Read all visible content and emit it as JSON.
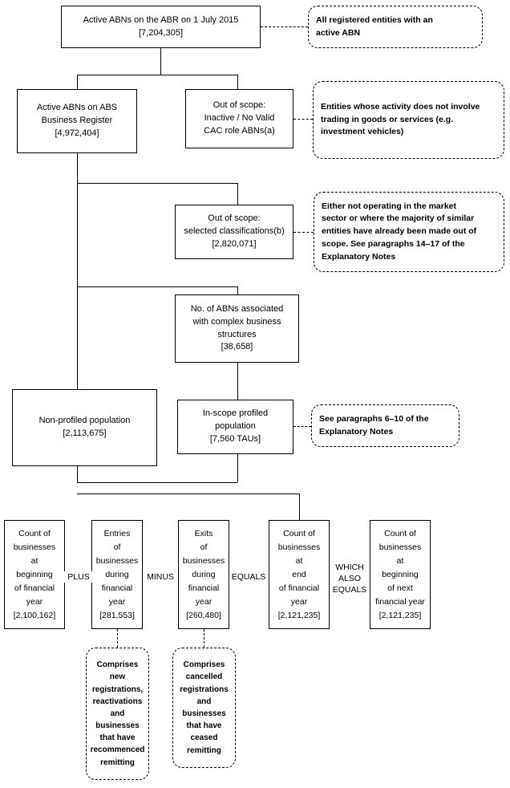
{
  "diagram": {
    "title": "Australian Business Register / ABS Business Register scope flowchart",
    "boxes": [
      {
        "id": "active-abns-abr",
        "lines": [
          "Active ABNs on the ABR on 1 July 2015",
          "[7,204,305]"
        ]
      },
      {
        "id": "active-abns-abs",
        "lines": [
          "Active ABNs on ABS",
          "Business Register",
          "[4,972,404]"
        ]
      },
      {
        "id": "out-of-scope-inactive",
        "lines": [
          "Out of scope:",
          "Inactive /  No Valid",
          "CAC role ABNs(a)"
        ]
      },
      {
        "id": "out-of-scope-classifications",
        "lines": [
          "Out of scope:",
          "selected classifications(b)",
          "[2,820,071]"
        ]
      },
      {
        "id": "complex-business-structures",
        "lines": [
          "No. of ABNs associated",
          "with complex business",
          "structures",
          "[38,658]"
        ]
      },
      {
        "id": "non-profiled-population",
        "lines": [
          "Non-profiled population",
          "[2,113,675]"
        ]
      },
      {
        "id": "in-scope-profiled-population",
        "lines": [
          "In-scope profiled",
          "population",
          "[7,560 TAUs]"
        ]
      }
    ],
    "notes": [
      {
        "id": "note-all-registered",
        "lines": [
          "All registered entities with an",
          "active ABN"
        ]
      },
      {
        "id": "note-not-trading",
        "lines": [
          "Entities whose activity does not involve",
          "trading in goods or services (e.g.",
          "investment vehicles)"
        ]
      },
      {
        "id": "note-not-market-sector",
        "lines": [
          "Either not operating in the market",
          "sector or where the majority of similar",
          "entities have already been made out of",
          "scope. See paragraphs 14–17 of the",
          "Explanatory Notes"
        ]
      },
      {
        "id": "note-paragraphs-6-10",
        "lines": [
          "See paragraphs 6–10 of the",
          "Explanatory Notes"
        ]
      },
      {
        "id": "note-comprises-new",
        "lines": [
          "Comprises",
          "new",
          "registrations,",
          "reactivations",
          "and",
          "businesses",
          "that have",
          "recommenced",
          "remitting"
        ]
      },
      {
        "id": "note-comprises-cancelled",
        "lines": [
          "Comprises",
          "cancelled",
          "registrations",
          "and",
          "businesses",
          "that have",
          "ceased",
          "remitting"
        ]
      }
    ],
    "counts": [
      {
        "id": "count-beginning-fy",
        "lines": [
          "Count of",
          "businesses",
          "at",
          "beginning",
          "of financial",
          "year",
          "[2,100,162]"
        ]
      },
      {
        "id": "entries-during-fy",
        "lines": [
          "Entries",
          "of",
          "businesses",
          "during",
          "financial",
          "year",
          "[281,553]"
        ]
      },
      {
        "id": "exits-during-fy",
        "lines": [
          "Exits",
          "of",
          "businesses",
          "during",
          "financial",
          "year",
          "[260,480]"
        ]
      },
      {
        "id": "count-end-fy",
        "lines": [
          "Count of",
          "businesses",
          "at",
          "end",
          "of financial",
          "year",
          "[2,121,235]"
        ]
      },
      {
        "id": "count-beginning-next-fy",
        "lines": [
          "Count of",
          "businesses",
          "at",
          "beginning",
          "of next",
          "financial year",
          "[2,121,235]"
        ]
      }
    ],
    "operators": [
      {
        "id": "operator-plus",
        "lines": [
          "PLUS"
        ]
      },
      {
        "id": "operator-minus",
        "lines": [
          "MINUS"
        ]
      },
      {
        "id": "operator-equals",
        "lines": [
          "EQUALS"
        ]
      },
      {
        "id": "operator-which-also-equals",
        "lines": [
          "WHICH",
          "ALSO",
          "EQUALS"
        ]
      }
    ]
  }
}
